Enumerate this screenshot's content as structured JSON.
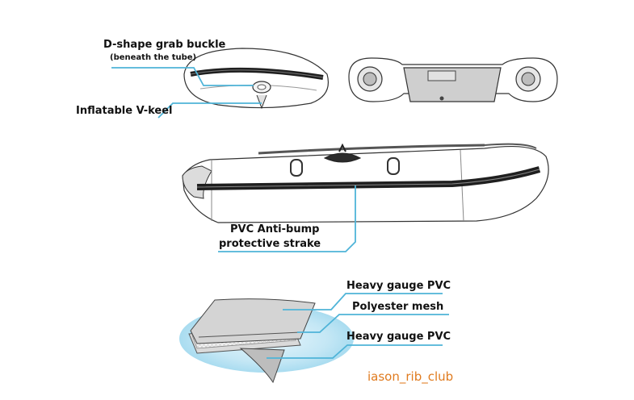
{
  "labels": {
    "grab_buckle": "D-shape grab buckle",
    "beneath_tube": "(beneath the tube)",
    "v_keel": "Inflatable V-keel",
    "strake_line1": "PVC Anti-bump",
    "strake_line2": "protective strake",
    "layer_top": "Heavy gauge PVC",
    "layer_mid": "Polyester mesh",
    "layer_bottom": "Heavy gauge PVC"
  },
  "watermark": "iason_rib_club",
  "colors": {
    "leader": "#4fb4d8",
    "watermark": "#e07b1f",
    "outline": "#333333",
    "strake": "#1f1f1f",
    "ellipse": "#bfe5f4"
  }
}
